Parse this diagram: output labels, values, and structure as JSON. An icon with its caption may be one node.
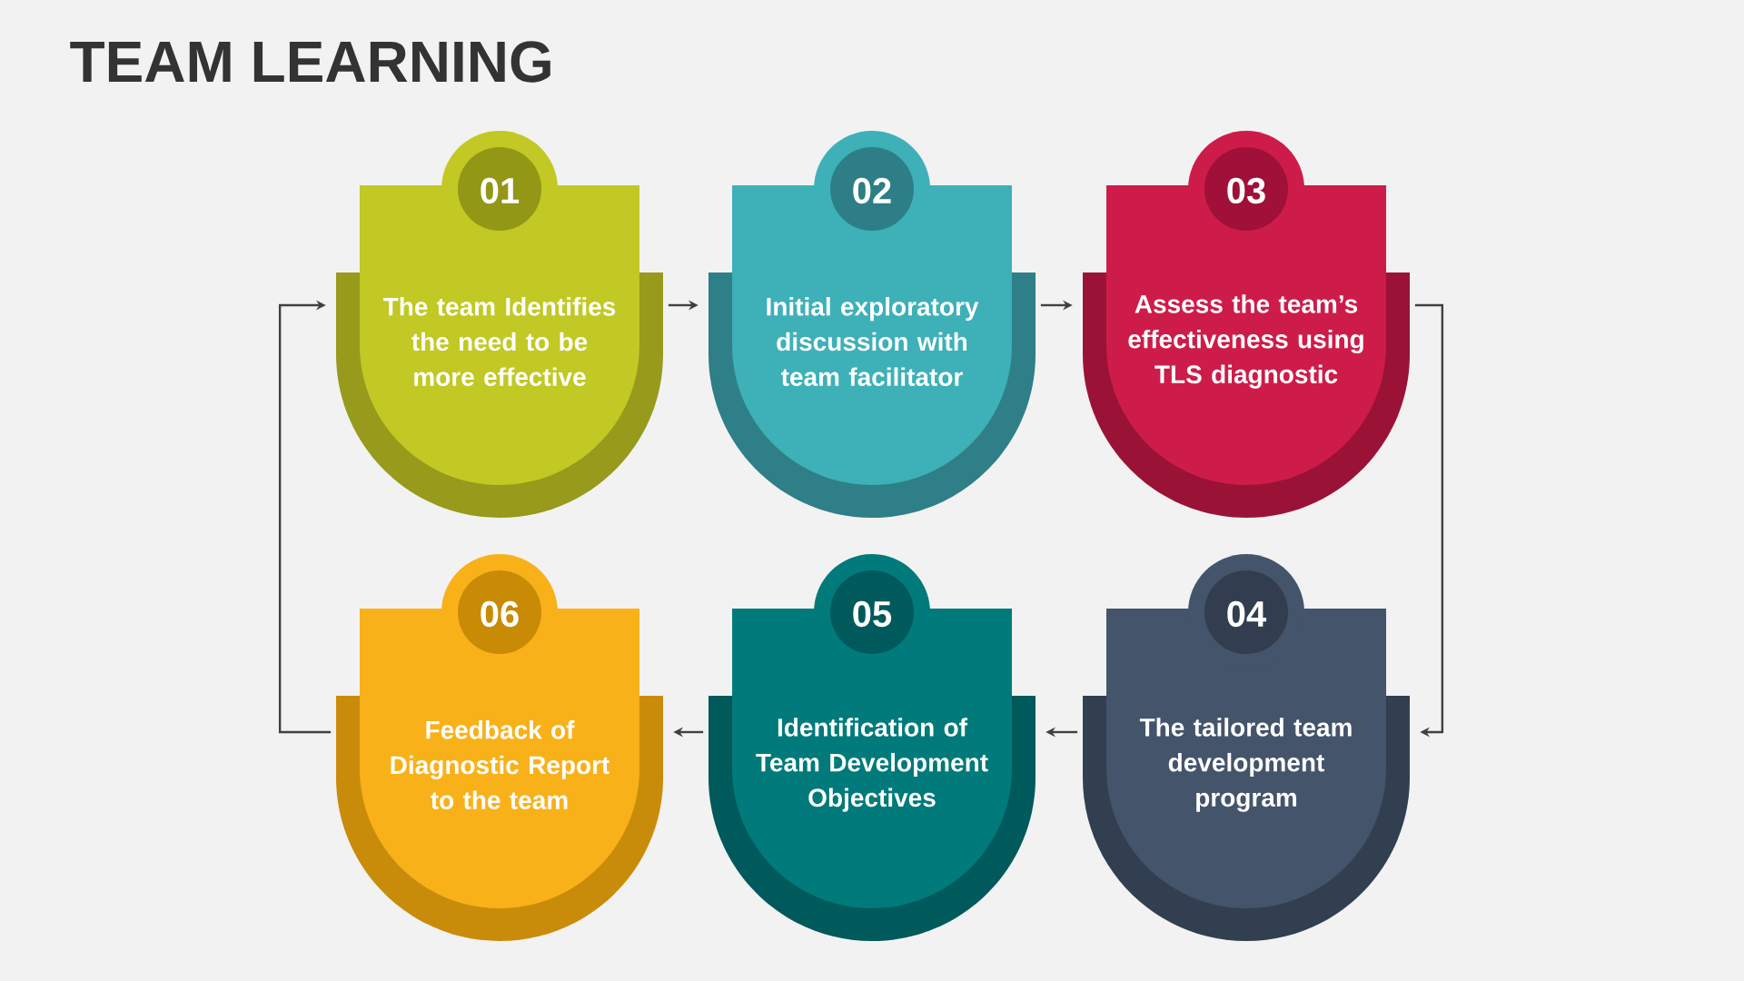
{
  "diagram": {
    "title": "TEAM LEARNING",
    "nodes": [
      {
        "text": [
          "01",
          "The team Identifies the need to be more effective"
        ]
      },
      {
        "text": [
          "02",
          "Initial exploratory discussion with team facilitator"
        ]
      },
      {
        "text": [
          "03",
          "Assess the team’s effectiveness using TLS diagnostic"
        ]
      },
      {
        "text": [
          "04",
          "The tailored team development program"
        ]
      },
      {
        "text": [
          "05",
          "Identification of Team Development Objectives"
        ]
      },
      {
        "text": [
          "06",
          "Feedback of Diagnostic Report to the team"
        ]
      }
    ],
    "edges": [
      {
        "from": 0,
        "to": 1,
        "arrow": "to"
      },
      {
        "from": 1,
        "to": 2,
        "arrow": "to"
      },
      {
        "from": 2,
        "to": 3,
        "arrow": "to"
      },
      {
        "from": 3,
        "to": 4,
        "arrow": "to"
      },
      {
        "from": 4,
        "to": 5,
        "arrow": "to"
      },
      {
        "from": 5,
        "to": 0,
        "arrow": "to"
      }
    ]
  }
}
